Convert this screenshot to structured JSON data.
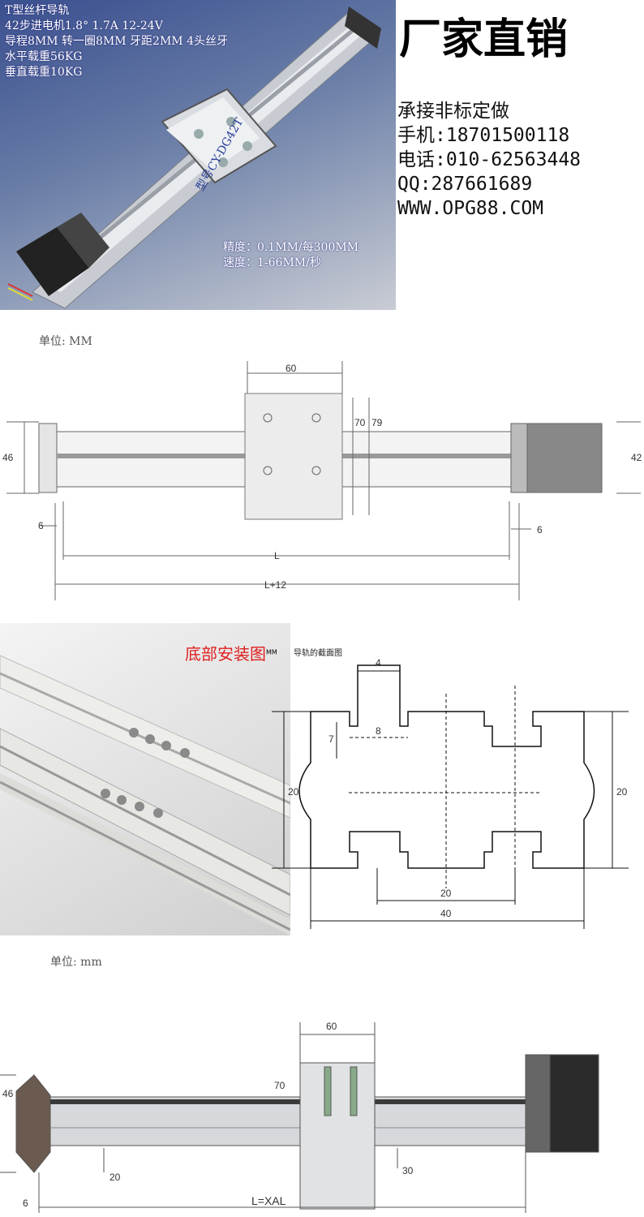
{
  "banner": {
    "specs": [
      "T型丝杆导轨",
      "42步进电机1.8°  1.7A  12-24V",
      "导程8MM  转一圈8MM 牙距2MM 4头丝牙",
      "水平载重56KG",
      "垂直载重10KG"
    ],
    "model_label": "型号CY-DG42T",
    "precision": "精度：0.1MM/每300MM",
    "speed": "速度：1-66MM/秒",
    "headline": "厂家直销",
    "contact": [
      "承接非标定做",
      "手机:18701500118",
      "电话:010-62563448",
      "QQ:287661689",
      "WWW.OPG88.COM"
    ]
  },
  "drawing1": {
    "unit": "单位: MM",
    "dims": {
      "width_top": "60",
      "h70": "70",
      "h79": "79",
      "left_46": "46",
      "right_42": "42",
      "left_6": "6",
      "right_6": "6",
      "len_l": "L",
      "len_l12": "L+12"
    }
  },
  "section": {
    "title": "底部安装图",
    "sup": "MM",
    "caption": "导轨的截面图",
    "dims": {
      "top4": "4",
      "inner8": "8",
      "height7": "7",
      "left20": "20",
      "right20": "20",
      "bottom20": "20",
      "bottom40": "40"
    }
  },
  "drawing2": {
    "unit": "单位: mm",
    "dims": {
      "width_top": "60",
      "h70": "70",
      "left_46": "46",
      "d20": "20",
      "d30": "30",
      "left_6": "6",
      "len": "L=XAL"
    }
  },
  "colors": {
    "banner_bg": "#2b3d7a",
    "red_title": "#e02020",
    "line": "#333333"
  }
}
